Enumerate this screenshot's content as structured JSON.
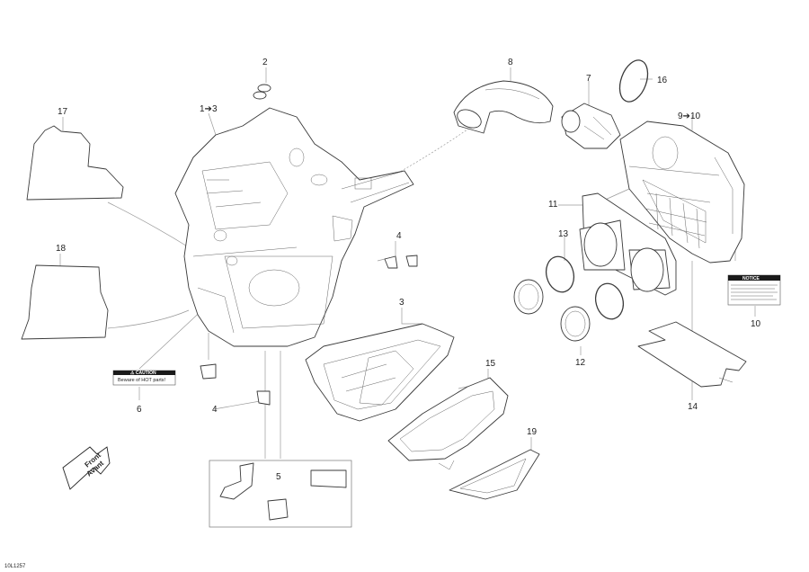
{
  "diagram": {
    "figure_id": "10L1257",
    "callouts": {
      "c1_3": "1➔3",
      "c2": "2",
      "c3": "3",
      "c4_upper": "4",
      "c4_lower": "4",
      "c5": "5",
      "c6": "6",
      "c7": "7",
      "c8": "8",
      "c9_10": "9➔10",
      "c10": "10",
      "c11": "11",
      "c12": "12",
      "c13": "13",
      "c14": "14",
      "c15": "15",
      "c16": "16",
      "c17": "17",
      "c18": "18",
      "c19": "19"
    },
    "caution_label": {
      "header": "⚠ CAUTION",
      "text": "Beware of HOT parts!"
    },
    "notice_label": {
      "header": "NOTICE"
    },
    "front_arrow": {
      "line1": "Front",
      "line2": "Avant"
    }
  }
}
